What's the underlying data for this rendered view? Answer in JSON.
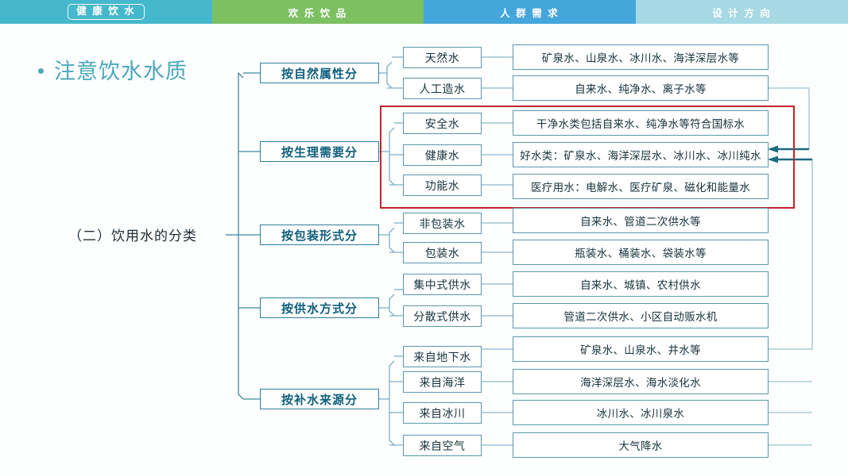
{
  "nav": {
    "tabs": [
      {
        "label": "健 康 饮 水",
        "color": "#45b8cd",
        "active": true
      },
      {
        "label": "欢 乐 饮 品",
        "color": "#7cc062",
        "active": false
      },
      {
        "label": "人 群 需 求",
        "color": "#44a6db",
        "active": false
      },
      {
        "label": "设 计 方 向",
        "color": "#a6d9e4",
        "active": false
      }
    ]
  },
  "slide": {
    "title": "注意饮水水质",
    "title_color": "#4aa8bc",
    "section_label": "（二）饮用水的分类",
    "highlight_color": "#c0262b"
  },
  "categories": [
    {
      "label": "按自然属性分"
    },
    {
      "label": "按生理需要分"
    },
    {
      "label": "按包装形式分"
    },
    {
      "label": "按供水方式分"
    },
    {
      "label": "按补水来源分"
    }
  ],
  "rows": [
    {
      "subtype": "天然水",
      "desc": "矿泉水、山泉水、冰川水、海洋深层水等"
    },
    {
      "subtype": "人工造水",
      "desc": "自来水、纯净水、离子水等"
    },
    {
      "subtype": "安全水",
      "desc": "干净水类包括自来水、纯净水等符合国标水"
    },
    {
      "subtype": "健康水",
      "desc": "好水类：矿泉水、海洋深层水、冰川水、冰川纯水"
    },
    {
      "subtype": "功能水",
      "desc": "医疗用水：电解水、医疗矿泉、磁化和能量水"
    },
    {
      "subtype": "非包装水",
      "desc": "自来水、管道二次供水等"
    },
    {
      "subtype": "包装水",
      "desc": "瓶装水、桶装水、袋装水等"
    },
    {
      "subtype": "集中式供水",
      "desc": "自来水、城镇、农村供水"
    },
    {
      "subtype": "分散式供水",
      "desc": "管道二次供水、小区自动贩水机"
    },
    {
      "subtype": "来自地下水",
      "desc": "矿泉水、山泉水、井水等"
    },
    {
      "subtype": "来自海洋",
      "desc": "海洋深层水、海水淡化水"
    },
    {
      "subtype": "来自冰川",
      "desc": "冰川水、冰川泉水"
    },
    {
      "subtype": "来自空气",
      "desc": "大气降水"
    }
  ]
}
